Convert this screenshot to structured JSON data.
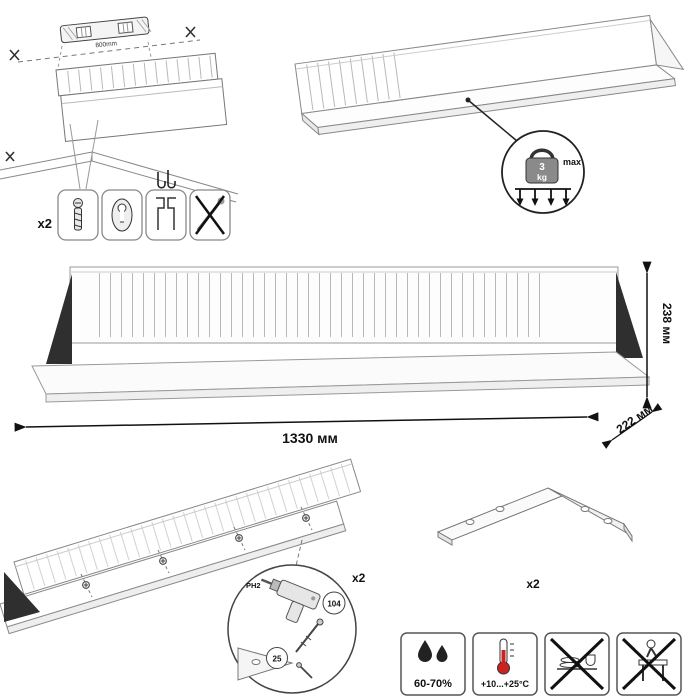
{
  "top_left": {
    "level_dim": "800mm",
    "qty": "x2"
  },
  "top_right": {
    "weight_value": "3",
    "weight_unit": "kg",
    "weight_max": "max"
  },
  "dims": {
    "width": "1330 мм",
    "height": "238 мм",
    "depth": "222 мм"
  },
  "assembly": {
    "qty": "x2",
    "bit": "PH2",
    "callout_a": "104",
    "callout_b": "25"
  },
  "bracket": {
    "qty": "x2"
  },
  "care": {
    "humidity": "60-70%",
    "temperature": "+10...+25°C"
  },
  "icons": {
    "level": "spirit-level",
    "marks": "pencil-cross-mark",
    "hardware": [
      "wall-anchor-screw",
      "keyhole-hanger",
      "panel-hanger-hooks",
      "no-screw-crossed"
    ],
    "max_load": "kettlebell-weight",
    "drill": "power-screwdriver",
    "humidity": "water-drops",
    "temperature": "thermometer",
    "no_dishes": "no-dishes-crossed",
    "no_climbing": "no-climbing-crossed"
  },
  "colors": {
    "line": "#777777",
    "dark_bracket": "#2f2f2f",
    "arrow": "#111111",
    "thermometer_bulb": "#cc2222"
  }
}
